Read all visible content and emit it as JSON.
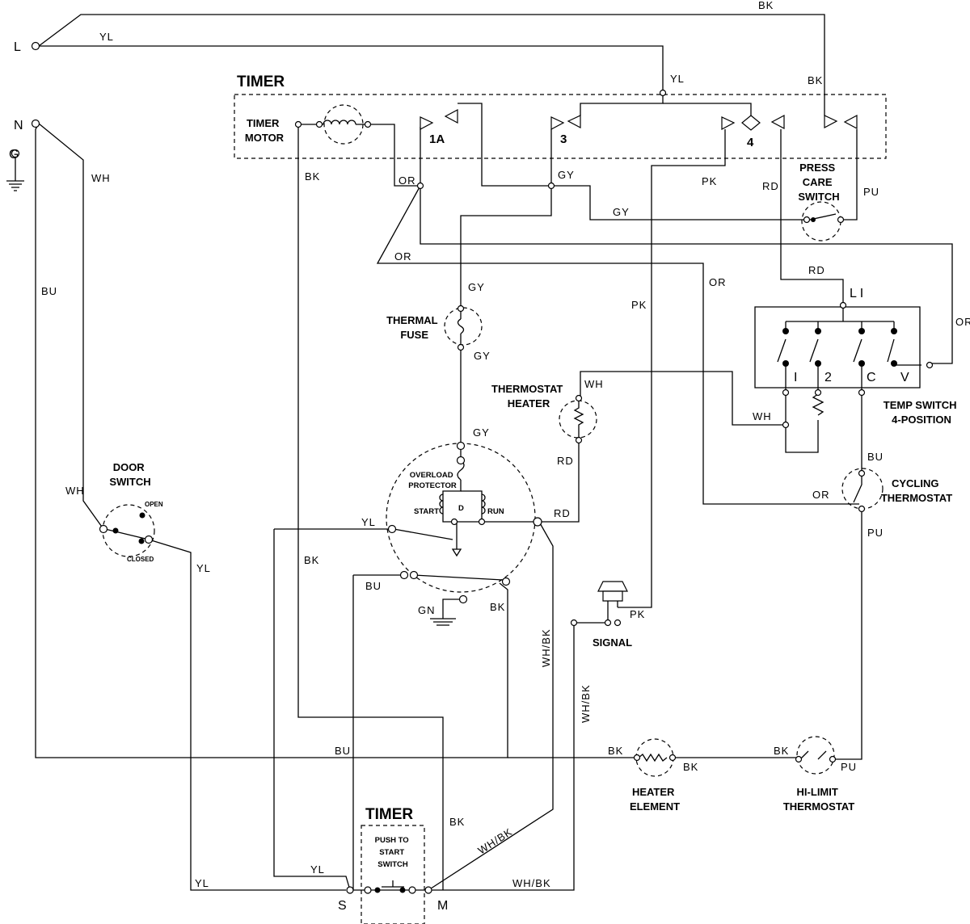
{
  "titles": {
    "timer_main": "TIMER",
    "timer_bottom": "TIMER"
  },
  "supply": {
    "l": "L",
    "n": "N",
    "g": "G"
  },
  "components": {
    "timer_motor": [
      "TIMER",
      "MOTOR"
    ],
    "press_care": [
      "PRESS",
      "CARE",
      "SWITCH"
    ],
    "thermal_fuse": [
      "THERMAL",
      "FUSE"
    ],
    "thermostat_heater": [
      "THERMOSTAT",
      "HEATER"
    ],
    "temp_switch": [
      "TEMP SWITCH",
      "4-POSITION"
    ],
    "cycling_thermostat": [
      "CYCLING",
      "THERMOSTAT"
    ],
    "door_switch": [
      "DOOR",
      "SWITCH"
    ],
    "door_open": "OPEN",
    "door_closed": "CLOSED",
    "overload_protector": [
      "OVERLOAD",
      "PROTECTOR"
    ],
    "motor_start": "START",
    "motor_run": "RUN",
    "signal": "SIGNAL",
    "heater_element": [
      "HEATER",
      "ELEMENT"
    ],
    "hi_limit": [
      "HI-LIMIT",
      "THERMOSTAT"
    ],
    "push_to_start": [
      "PUSH TO",
      "START",
      "SWITCH"
    ]
  },
  "timer_contacts": {
    "c1a": "1A",
    "c3": "3",
    "c4": "4"
  },
  "temp_terminals": {
    "l1": "L I",
    "t1": "I",
    "t2": "2",
    "tc": "C",
    "tv": "V"
  },
  "push_terminals": {
    "s": "S",
    "m": "M"
  },
  "wires": {
    "bk": "BK",
    "yl": "YL",
    "wh": "WH",
    "bu": "BU",
    "or": "OR",
    "gy": "GY",
    "pk": "PK",
    "rd": "RD",
    "pu": "PU",
    "gn": "GN",
    "whbk": "WH/BK"
  }
}
